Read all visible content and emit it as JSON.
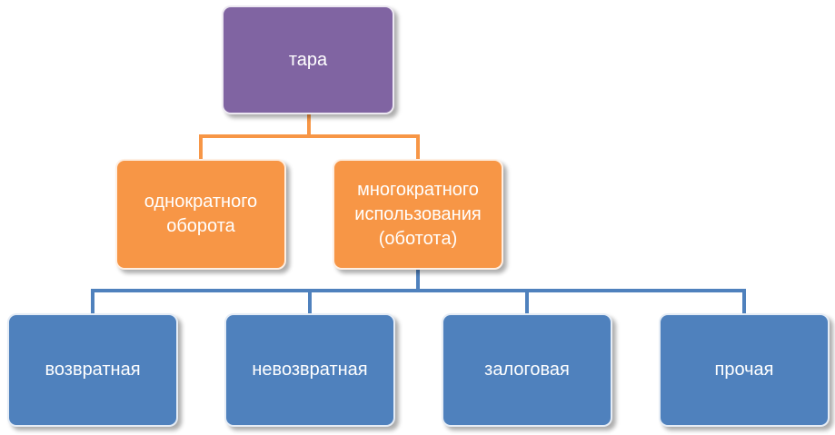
{
  "root": {
    "label": "тара",
    "color": "#8064a2"
  },
  "level2": [
    {
      "label": "однократного\nоборота",
      "color": "#f79646"
    },
    {
      "label": "многократного\nиспользования\n(обототa)",
      "color": "#f79646"
    }
  ],
  "level3": [
    {
      "label": "возвратная",
      "color": "#4f81bd"
    },
    {
      "label": "невозвратная",
      "color": "#4f81bd"
    },
    {
      "label": "залоговая",
      "color": "#4f81bd"
    },
    {
      "label": "прочая",
      "color": "#4f81bd"
    }
  ],
  "connector_colors": {
    "upper": "#f79646",
    "lower": "#4f81bd"
  }
}
